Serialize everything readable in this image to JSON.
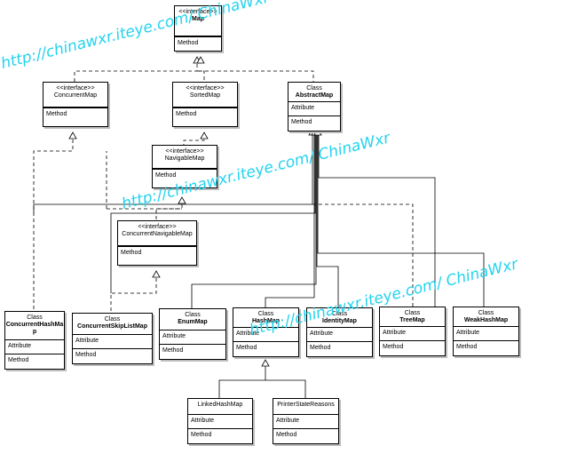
{
  "diagram": {
    "classes": [
      {
        "id": "map",
        "stereotype": "<<interface>>",
        "name": "Map",
        "bold": true,
        "attribute": "",
        "method": "Method"
      },
      {
        "id": "concurrentmap",
        "stereotype": "<<interface>>",
        "name": "ConcurrentMap",
        "bold": false,
        "attribute": "",
        "method": "Method"
      },
      {
        "id": "sortedmap",
        "stereotype": "<<interface>>",
        "name": "SortedMap",
        "bold": false,
        "attribute": "",
        "method": "Method"
      },
      {
        "id": "abstractmap",
        "stereotype": "Class",
        "name": "AbstractMap",
        "bold": true,
        "attribute": "Attribute",
        "method": "Method"
      },
      {
        "id": "navigablemap",
        "stereotype": "<<interface>>",
        "name": "NavigableMap",
        "bold": false,
        "attribute": "",
        "method": "Method"
      },
      {
        "id": "concurrentnavigablemap",
        "stereotype": "<<interface>>",
        "name": "ConcurrentNavigableMap",
        "bold": false,
        "attribute": "",
        "method": "Method"
      },
      {
        "id": "concurrenthashmap",
        "stereotype": "Class",
        "name": "ConcurrentHashMa\np",
        "bold": true,
        "attribute": "Attribute",
        "method": "Method"
      },
      {
        "id": "concurrentskiplistmap",
        "stereotype": "Class",
        "name": "ConcurrentSkipListMap",
        "bold": true,
        "attribute": "Attribute",
        "method": "Method"
      },
      {
        "id": "enummap",
        "stereotype": "Class",
        "name": "EnumMap",
        "bold": true,
        "attribute": "Attribute",
        "method": "Method"
      },
      {
        "id": "hashmap",
        "stereotype": "Class",
        "name": "HashMap",
        "bold": true,
        "attribute": "Attribute",
        "method": "Method"
      },
      {
        "id": "identitymap",
        "stereotype": "Class",
        "name": "IdentityMap",
        "bold": true,
        "attribute": "Attribute",
        "method": "Method"
      },
      {
        "id": "treemap",
        "stereotype": "Class",
        "name": "TreeMap",
        "bold": true,
        "attribute": "Attribute",
        "method": "Method"
      },
      {
        "id": "weakhashmap",
        "stereotype": "Class",
        "name": "WeakHashMap",
        "bold": true,
        "attribute": "Attribute",
        "method": "Method"
      },
      {
        "id": "linkedhashmap",
        "stereotype": "",
        "name": "LinkedHashMap",
        "bold": false,
        "attribute": "Attribute",
        "method": "Method"
      },
      {
        "id": "printerstatereasons",
        "stereotype": "",
        "name": "PrinterStateReasons",
        "bold": false,
        "attribute": "Attribute",
        "method": "Method"
      }
    ],
    "watermarks": [
      "http://chinawxr.iteye.com/   ChinaWxr",
      "http://chinawxr.iteye.com/   ChinaWxr",
      "http://chinawxr.iteye.com/   ChinaWxr"
    ],
    "colors": {
      "watermark": "#22d3ee",
      "line": "#000000",
      "shadow": "#bdbdbd"
    }
  }
}
